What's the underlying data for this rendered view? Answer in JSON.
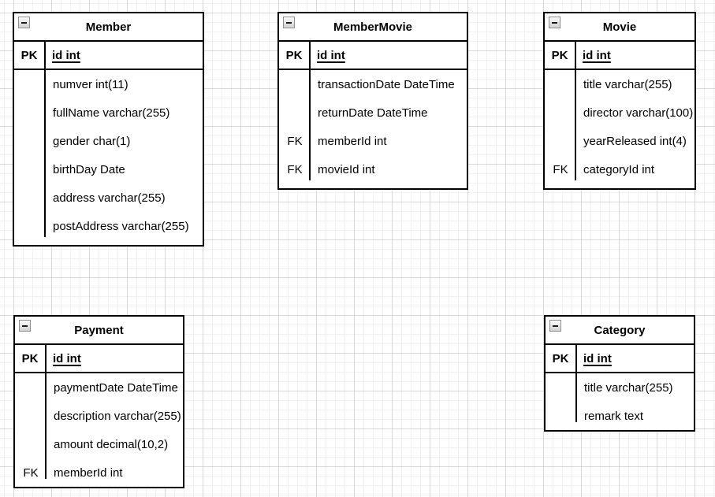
{
  "canvas": {
    "kind": "er-diagram-grid-canvas"
  },
  "colors": {
    "table-border": "#000000",
    "table-fill": "#ffffff",
    "grid-major": "#d9d9d9",
    "grid-minor": "#f2f2f2",
    "icon-border": "#8f8f8f",
    "text": "#000000"
  },
  "icons": {
    "collapse": "minus-box"
  },
  "tables": [
    {
      "title": "Member",
      "pk_row": {
        "key": "PK",
        "field": "id int"
      },
      "rows": [
        {
          "key": "",
          "field": "numver int(11)"
        },
        {
          "key": "",
          "field": "fullName varchar(255)"
        },
        {
          "key": "",
          "field": "gender char(1)"
        },
        {
          "key": "",
          "field": "birthDay Date"
        },
        {
          "key": "",
          "field": "address varchar(255)"
        },
        {
          "key": "",
          "field": "postAddress varchar(255)"
        }
      ]
    },
    {
      "title": "MemberMovie",
      "pk_row": {
        "key": "PK",
        "field": "id int"
      },
      "rows": [
        {
          "key": "",
          "field": "transactionDate DateTime"
        },
        {
          "key": "",
          "field": "returnDate DateTime"
        },
        {
          "key": "FK",
          "field": "memberId int"
        },
        {
          "key": "FK",
          "field": "movieId int"
        }
      ]
    },
    {
      "title": "Movie",
      "pk_row": {
        "key": "PK",
        "field": "id int"
      },
      "rows": [
        {
          "key": "",
          "field": "title varchar(255)"
        },
        {
          "key": "",
          "field": "director varchar(100)"
        },
        {
          "key": "",
          "field": "yearReleased int(4)"
        },
        {
          "key": "FK",
          "field": "categoryId int"
        }
      ]
    },
    {
      "title": "Payment",
      "pk_row": {
        "key": "PK",
        "field": "id int"
      },
      "rows": [
        {
          "key": "",
          "field": "paymentDate DateTime"
        },
        {
          "key": "",
          "field": "description varchar(255)"
        },
        {
          "key": "",
          "field": "amount decimal(10,2)"
        },
        {
          "key": "FK",
          "field": "memberId int"
        }
      ]
    },
    {
      "title": "Category",
      "pk_row": {
        "key": "PK",
        "field": "id int"
      },
      "rows": [
        {
          "key": "",
          "field": "title varchar(255)"
        },
        {
          "key": "",
          "field": "remark text"
        }
      ]
    }
  ]
}
